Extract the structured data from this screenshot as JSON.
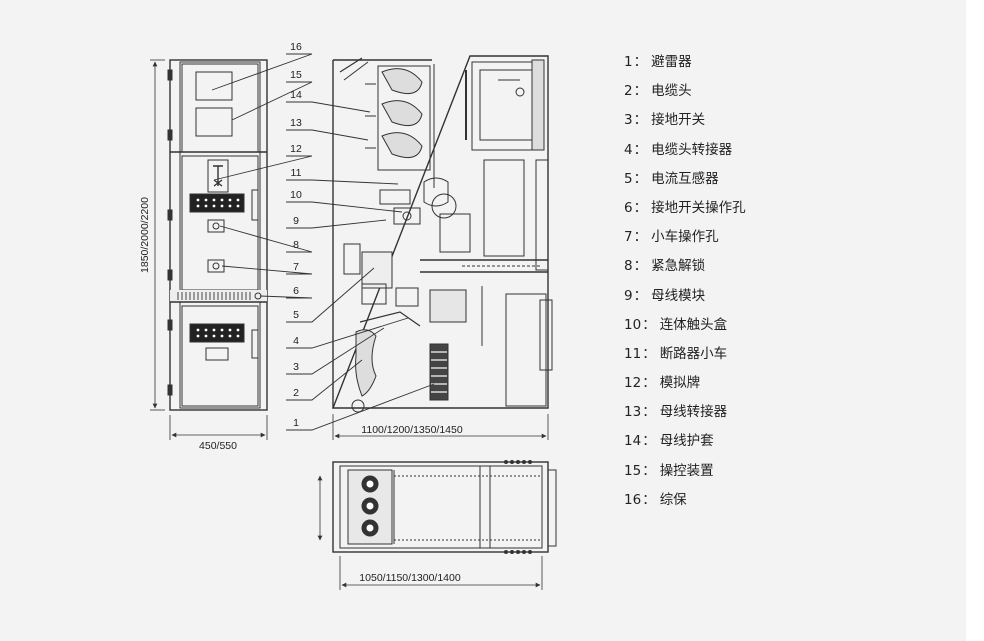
{
  "dimensions": {
    "height": "1850/2000/2200",
    "front_width": "450/550",
    "side_depth": "1100/1200/1350/1450",
    "plan_depth": "1050/1150/1300/1400"
  },
  "callout_numbers": [
    "16",
    "15",
    "14",
    "13",
    "12",
    "11",
    "10",
    "9",
    "8",
    "7",
    "6",
    "5",
    "4",
    "3",
    "2",
    "1"
  ],
  "legend": {
    "separator": "：",
    "items": [
      {
        "num": "1",
        "label": "避雷器"
      },
      {
        "num": "2",
        "label": "电缆头"
      },
      {
        "num": "3",
        "label": "接地开关"
      },
      {
        "num": "4",
        "label": "电缆头转接器"
      },
      {
        "num": "5",
        "label": "电流互感器"
      },
      {
        "num": "6",
        "label": "接地开关操作孔"
      },
      {
        "num": "7",
        "label": "小车操作孔"
      },
      {
        "num": "8",
        "label": "紧急解锁"
      },
      {
        "num": "9",
        "label": "母线模块"
      },
      {
        "num": "10",
        "label": "连体触头盒"
      },
      {
        "num": "11",
        "label": "断路器小车"
      },
      {
        "num": "12",
        "label": "模拟牌"
      },
      {
        "num": "13",
        "label": "母线转接器"
      },
      {
        "num": "14",
        "label": "母线护套"
      },
      {
        "num": "15",
        "label": "操控装置"
      },
      {
        "num": "16",
        "label": "综保"
      }
    ]
  }
}
